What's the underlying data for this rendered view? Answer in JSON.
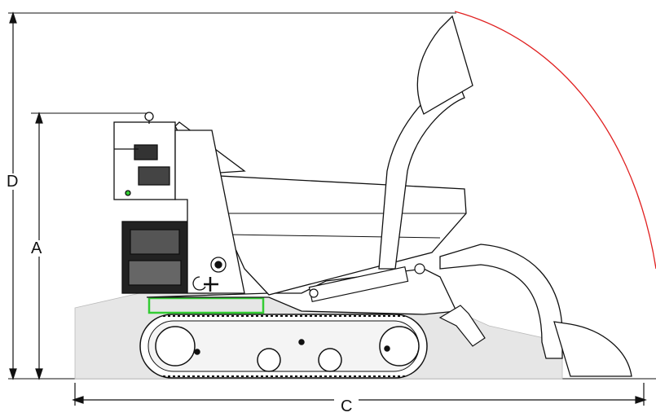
{
  "dimensions": {
    "d_label": "D",
    "a_label": "A",
    "c_label": "C"
  },
  "colors": {
    "line": "#111111",
    "arc": "#e02020",
    "highlight": "#33cc33",
    "shade": "#e6e6e6"
  }
}
